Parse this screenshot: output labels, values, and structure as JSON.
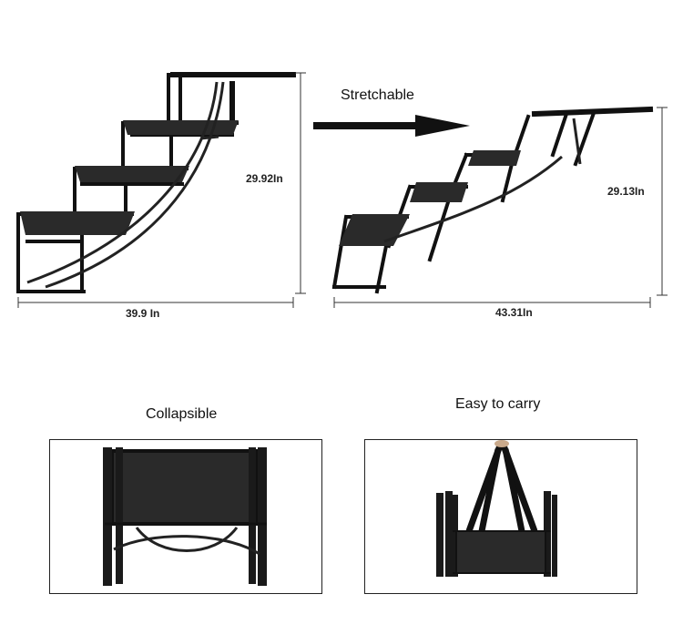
{
  "top_left": {
    "height_label": "29.92In",
    "width_label": "39.9 In"
  },
  "top_right": {
    "height_label": "29.13In",
    "width_label": "43.31In"
  },
  "arrow": {
    "label": "Stretchable"
  },
  "bottom_left": {
    "caption": "Collapsible"
  },
  "bottom_right": {
    "caption": "Easy to carry"
  },
  "colors": {
    "frame": "#111111",
    "panel": "#2a2a2a",
    "dimension_line": "#333333"
  }
}
